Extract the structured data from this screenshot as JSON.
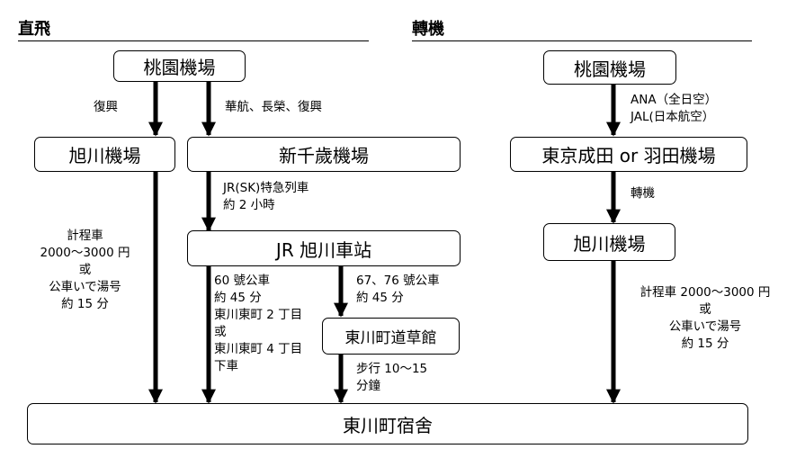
{
  "sections": {
    "direct": "直飛",
    "transfer": "轉機"
  },
  "boxes": {
    "taoyuan_left": "桃園機場",
    "asahikawa_airport_left": "旭川機場",
    "new_chitose": "新千歲機場",
    "jr_asahikawa": "JR 旭川車站",
    "higashikawa_michikusa": "東川町道草館",
    "dormitory": "東川町宿舍",
    "taoyuan_right": "桃園機場",
    "tokyo_airports": "東京成田 or 羽田機場",
    "asahikawa_airport_right": "旭川機場"
  },
  "labels": {
    "fuxing": "復興",
    "airlines": "華航、長榮、復興",
    "jr_train": [
      "JR(SK)特急列車",
      "約 2 小時"
    ],
    "taxi_left": [
      "計程車",
      "2000～3000 円",
      "或",
      "公車いで湯号",
      "約 15 分"
    ],
    "bus60": [
      "60 號公車",
      "約 45 分",
      "東川東町 2 丁目",
      "或",
      "東川東町 4 丁目",
      "下車"
    ],
    "bus67": [
      "67、76 號公車",
      "約 45 分"
    ],
    "walk": [
      "步行 10～15",
      "分鐘"
    ],
    "ana_jal": [
      "ANA（全日空）",
      "JAL(日本航空）"
    ],
    "transfer_flight": "轉機",
    "taxi_right": [
      "計程車 2000～3000 円",
      "或",
      "公車いで湯号",
      "約 15 分"
    ]
  }
}
